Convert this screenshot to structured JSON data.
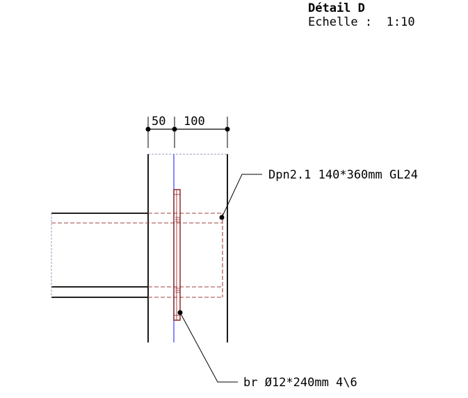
{
  "title": "Détail D",
  "scale": {
    "label": "Echelle :",
    "value": "1:10"
  },
  "dimensions": [
    "50",
    "100"
  ],
  "callouts": {
    "beam": "Dpn2.1 140*360mm GL24",
    "bolt": "br Ø12*240mm 4\\6"
  },
  "colors": {
    "outline": "#000000",
    "hidden": "#a04040",
    "axis": "#3b3bff",
    "plate": "#8b1a1a",
    "dashed_gray": "#9a9ab8"
  }
}
